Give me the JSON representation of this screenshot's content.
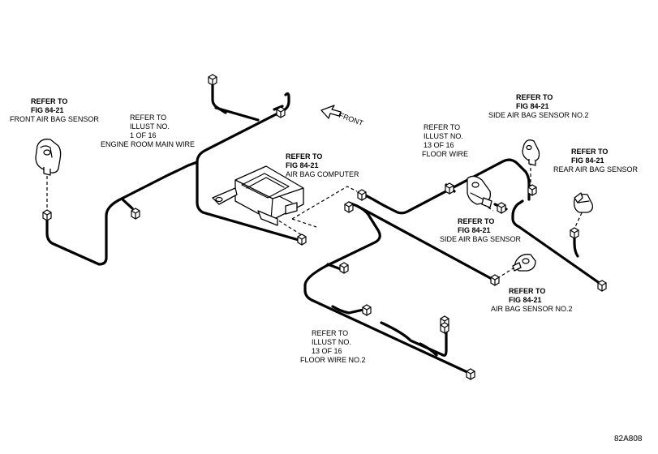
{
  "labels": {
    "front_air_bag": {
      "line1": "REFER TO",
      "line2": "FIG 84-21",
      "line3": "FRONT AIR BAG SENSOR"
    },
    "engine_room": {
      "line1": "REFER TO",
      "line2": "ILLUST NO.",
      "line3": "1 OF 16",
      "line4": "ENGINE ROOM MAIN WIRE"
    },
    "air_bag_computer": {
      "line1": "REFER TO",
      "line2": "FIG 84-21",
      "line3": "AIR BAG COMPUTER"
    },
    "front_arrow": "FRONT",
    "floor_wire": {
      "line1": "REFER TO",
      "line2": "ILLUST NO.",
      "line3": "13 OF 16",
      "line4": "FLOOR WIRE"
    },
    "side_air_bag_no2": {
      "line1": "REFER TO",
      "line2": "FIG 84-21",
      "line3": "SIDE AIR BAG SENSOR NO.2"
    },
    "rear_air_bag": {
      "line1": "REFER TO",
      "line2": "FIG 84-21",
      "line3": "REAR AIR BAG SENSOR"
    },
    "side_air_bag": {
      "line1": "REFER TO",
      "line2": "FIG 84-21",
      "line3": "SIDE AIR BAG SENSOR"
    },
    "air_bag_no2": {
      "line1": "REFER TO",
      "line2": "FIG 84-21",
      "line3": "AIR BAG SENSOR NO.2"
    },
    "floor_wire_no2": {
      "line1": "REFER TO",
      "line2": "ILLUST NO.",
      "line3": "13 OF 16",
      "line4": "FLOOR WIRE NO.2"
    },
    "figure_code": "82A808"
  }
}
